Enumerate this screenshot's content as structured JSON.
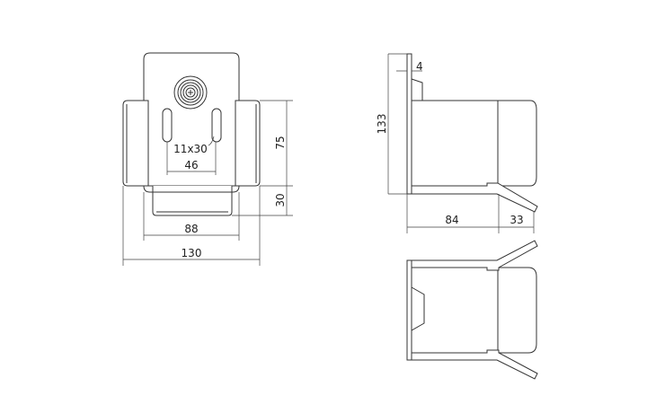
{
  "front_view": {
    "slot_label": "11x30",
    "slot_spacing": "46",
    "wing_height": "75",
    "tray_height": "30",
    "inner_width": "88",
    "total_width": "130"
  },
  "side_view": {
    "total_height": "133",
    "plate_thickness": "4",
    "body_depth": "84",
    "lip_depth": "33"
  },
  "colors": {
    "line": "#333333",
    "background": "#ffffff"
  }
}
